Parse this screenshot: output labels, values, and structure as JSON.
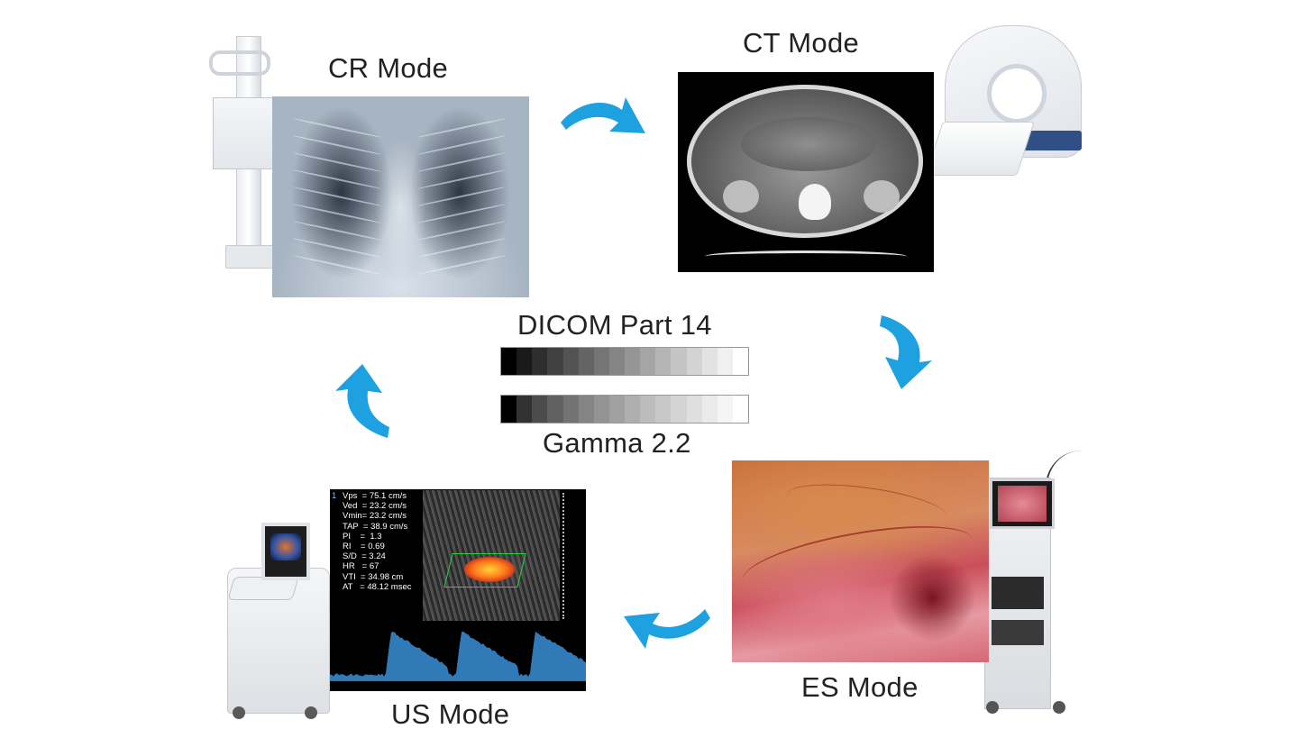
{
  "center": {
    "title": "DICOM Part 14",
    "subtitle": "Gamma 2.2"
  },
  "modes": {
    "cr": "CR Mode",
    "ct": "CT Mode",
    "es": "ES Mode",
    "us": "US Mode"
  },
  "us_readout": [
    "Vps  = 75.1 cm/s",
    "Ved  = 23.2 cm/s",
    "Vmin= 23.2 cm/s",
    "TAP  = 38.9 cm/s",
    "PI    =  1.3",
    "RI    = 0.69",
    "S/D  = 3.24",
    "HR   = 67",
    "VTI  = 34.98 cm",
    "AT   = 48.12 msec"
  ],
  "us_index": "1",
  "colors": {
    "arrow": "#1ea1e0",
    "doppler": "#3a8fd8"
  },
  "icons": {
    "cycle_arrow": "curved-arrow-icon"
  }
}
